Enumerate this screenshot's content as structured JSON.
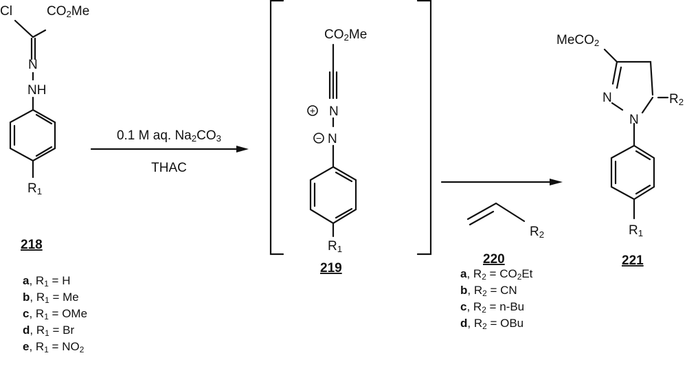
{
  "compound_218": {
    "number": "218",
    "labels": {
      "cl": "Cl",
      "ester": "CO2Me",
      "n": "N",
      "nh": "NH",
      "r1": "R1"
    },
    "variants": [
      {
        "letter": "a",
        "text": ", R1 = H"
      },
      {
        "letter": "b",
        "text": ", R1 = Me"
      },
      {
        "letter": "c",
        "text": ", R1 = OMe"
      },
      {
        "letter": "d",
        "text": ", R1 = Br"
      },
      {
        "letter": "e",
        "text": ", R1 = NO2"
      }
    ]
  },
  "step1": {
    "reagent": "0.1 M aq. Na2CO3",
    "catalyst": "THAC"
  },
  "intermediate_219": {
    "number": "219",
    "labels": {
      "ester": "CO2Me",
      "n_plus": "N",
      "n_minus": "N",
      "plus": "+",
      "minus": "−",
      "r1": "R1"
    }
  },
  "reagent_220": {
    "number": "220",
    "labels": {
      "r2": "R2"
    },
    "variants": [
      {
        "letter": "a",
        "text": ", R2 = CO2Et"
      },
      {
        "letter": "b",
        "text": ", R2 = CN"
      },
      {
        "letter": "c",
        "text": ", R2 = n-Bu"
      },
      {
        "letter": "d",
        "text": ", R2 = OBu"
      }
    ]
  },
  "product_221": {
    "number": "221",
    "labels": {
      "ester": "MeCO2",
      "n2": "N",
      "n1": "N",
      "r2": "R2",
      "r1": "R1"
    }
  }
}
